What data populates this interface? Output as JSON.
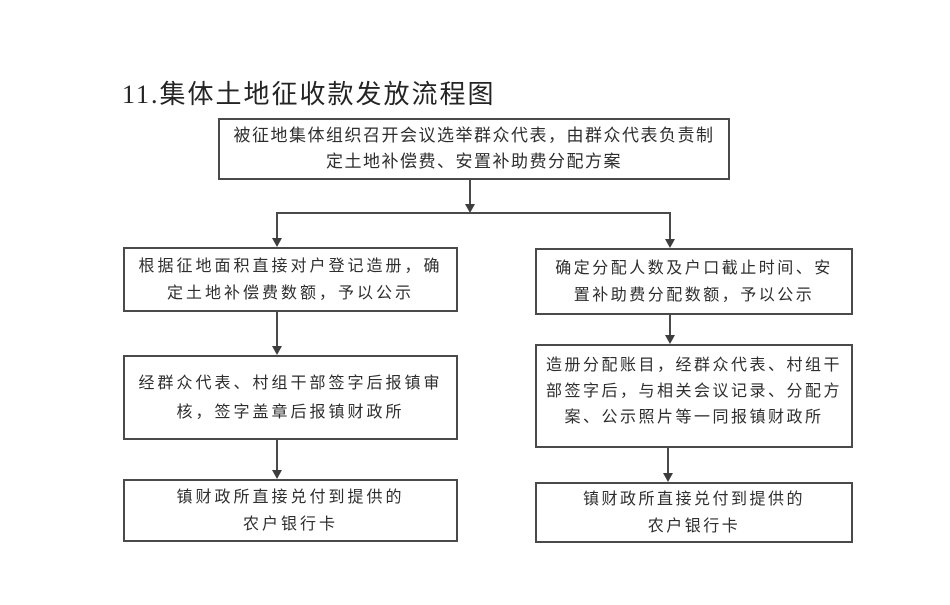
{
  "page": {
    "title": "11.集体土地征收款发放流程图",
    "background_color": "#ffffff",
    "line_color": "#4a4a4a",
    "text_color": "#2e2e2e"
  },
  "flow": {
    "top": {
      "lines": [
        "被征地集体组织召开会议选举群众代表，由群众代表负责制",
        "定土地补偿费、安置补助费分配方案"
      ]
    },
    "left": [
      {
        "lines": [
          "根据征地面积直接对户登记造册，确",
          "定土地补偿费数额，予以公示"
        ]
      },
      {
        "lines": [
          "经群众代表、村组干部签字后报镇审",
          "核，签字盖章后报镇财政所"
        ]
      },
      {
        "lines": [
          "镇财政所直接兑付到提供的",
          "农户银行卡"
        ]
      }
    ],
    "right": [
      {
        "lines": [
          "确定分配人数及户口截止时间、安",
          "置补助费分配数额，予以公示"
        ]
      },
      {
        "lines": [
          "造册分配账目，经群众代表、村组干",
          "部签字后，与相关会议记录、分配方",
          "案、公示照片等一同报镇财政所"
        ]
      },
      {
        "lines": [
          "镇财政所直接兑付到提供的",
          "农户银行卡"
        ]
      }
    ]
  }
}
